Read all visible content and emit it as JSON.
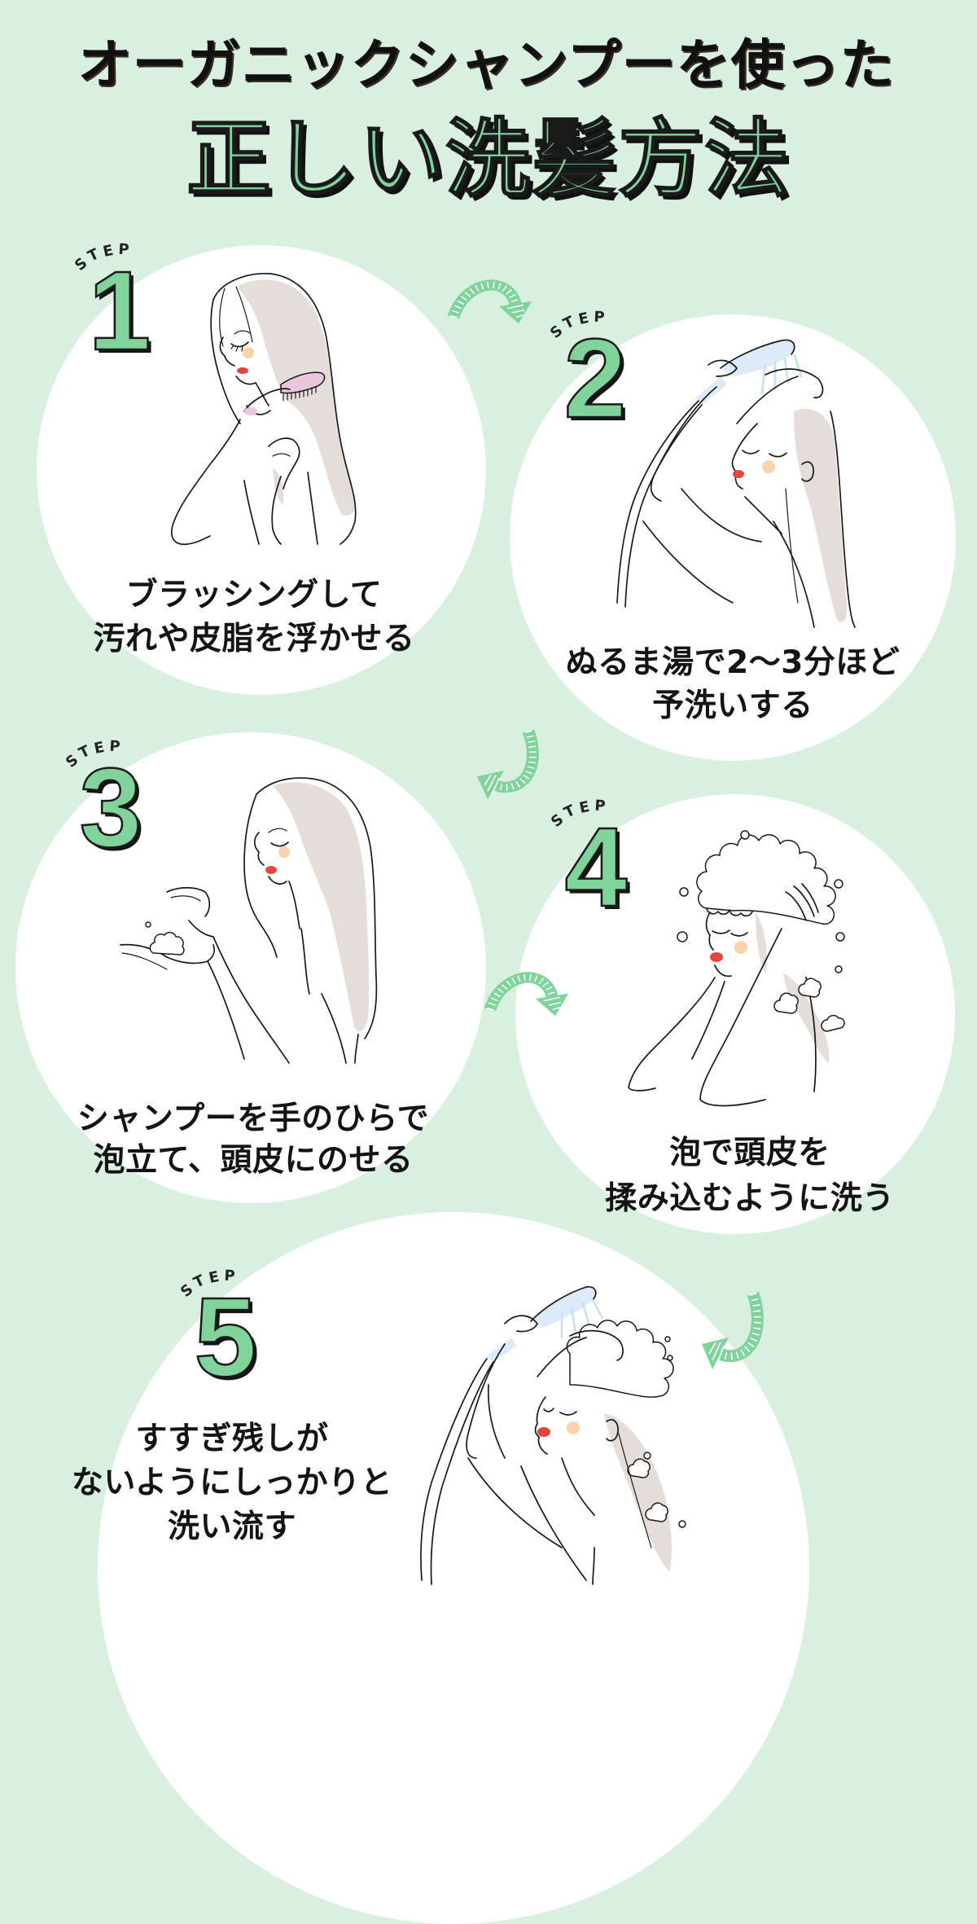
{
  "title": {
    "line1": "オーガニックシャンプーを使った",
    "line2": "正しい洗髪方法"
  },
  "colors": {
    "background": "#d9f0e1",
    "circle": "#ffffff",
    "accent_green": "#80d39b",
    "text": "#141414",
    "hair": "#e5ddd9",
    "lips": "#e2463f",
    "cheek": "#f8caa0",
    "water": "#dcebf7",
    "brush": "#e9c6de"
  },
  "steps": [
    {
      "label_letters": [
        "S",
        "T",
        "E",
        "P"
      ],
      "number": "1",
      "caption": [
        "ブラッシングして",
        "汚れや皮脂を浮かせる"
      ],
      "illustration": "woman-brushing-hair"
    },
    {
      "label_letters": [
        "S",
        "T",
        "E",
        "P"
      ],
      "number": "2",
      "caption": [
        "ぬるま湯で2〜3分ほど",
        "予洗いする"
      ],
      "illustration": "woman-pre-rinsing-with-shower"
    },
    {
      "label_letters": [
        "S",
        "T",
        "E",
        "P"
      ],
      "number": "3",
      "caption": [
        "シャンプーを手のひらで",
        "泡立て、頭皮にのせる"
      ],
      "illustration": "woman-lathering-shampoo-in-hands"
    },
    {
      "label_letters": [
        "S",
        "T",
        "E",
        "P"
      ],
      "number": "4",
      "caption": [
        "泡で頭皮を",
        "揉み込むように洗う"
      ],
      "illustration": "woman-massaging-scalp-with-foam"
    },
    {
      "label_letters": [
        "S",
        "T",
        "E",
        "P"
      ],
      "number": "5",
      "caption": [
        "すすぎ残しが",
        "ないようにしっかりと",
        "洗い流す"
      ],
      "illustration": "woman-rinsing-with-shower"
    }
  ],
  "arrows": [
    {
      "icon": "curved-arrow-icon",
      "from_step": 1,
      "to_step": 2
    },
    {
      "icon": "hook-arrow-icon",
      "from_step": 2,
      "to_step": 3
    },
    {
      "icon": "curved-arrow-icon",
      "from_step": 3,
      "to_step": 4
    },
    {
      "icon": "hook-arrow-icon",
      "from_step": 4,
      "to_step": 5
    }
  ]
}
